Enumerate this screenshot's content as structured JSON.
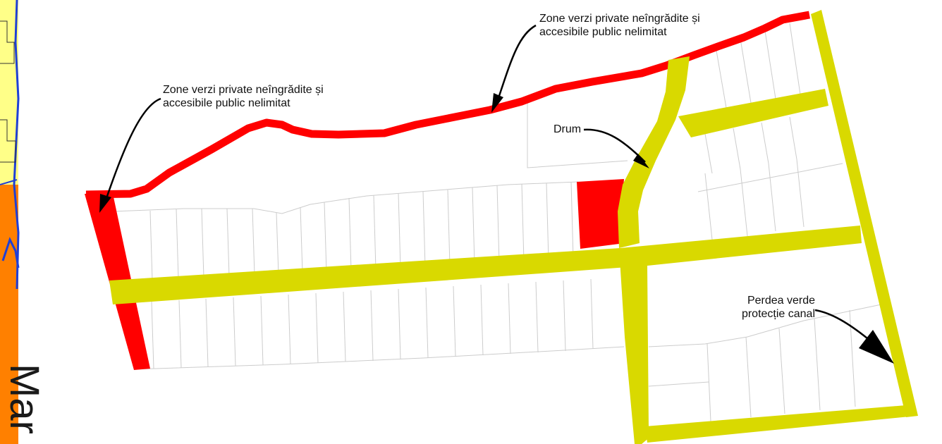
{
  "labels": {
    "green_zone_top": {
      "line1": "Zone verzi private neîngrădite și",
      "line2": "accesibile public nelimitat"
    },
    "green_zone_left": {
      "line1": "Zone verzi private neîngrădite și",
      "line2": "accesibile public nelimitat"
    },
    "road": "Drum",
    "canal_screen": {
      "line1": "Perdea verde",
      "line2": "protecție canal"
    }
  },
  "edge_map": {
    "street_fragment": "Mar"
  },
  "colors": {
    "green_zone": "#ff0000",
    "road": "#d9d900",
    "parcel_line": "#cccccc",
    "edge_yellow": "#ffff88",
    "edge_orange": "#ff8000",
    "edge_blue": "#1f3fd6"
  }
}
